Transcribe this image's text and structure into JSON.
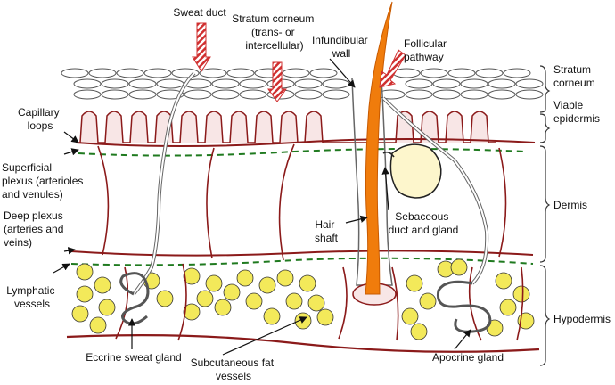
{
  "labels": {
    "sweat_duct": "Sweat duct",
    "stratum_corneum_path": [
      "Stratum corneum",
      "(trans- or",
      "intercellular)"
    ],
    "infundibular_wall": [
      "Infundibular",
      "wall"
    ],
    "follicular_pathway": [
      "Follicular",
      "pathway"
    ],
    "capillary_loops": [
      "Capillary",
      "loops"
    ],
    "superficial_plexus": [
      "Superficial",
      "plexus (arterioles",
      "and venules)"
    ],
    "deep_plexus": [
      "Deep plexus",
      "(arteries and",
      "veins)"
    ],
    "lymphatic_vessels": [
      "Lymphatic",
      "vessels"
    ],
    "hair_shaft": [
      "Hair",
      "shaft"
    ],
    "sebaceous": [
      "Sebaceous",
      "duct and gland"
    ],
    "eccrine_sweat_gland": "Eccrine sweat gland",
    "subcutaneous_fat_vessels": [
      "Subcutaneous fat",
      "vessels"
    ],
    "apocrine_gland": "Apocrine gland"
  },
  "layers": {
    "stratum_corneum": [
      "Stratum",
      "corneum"
    ],
    "viable_epidermis": [
      "Viable",
      "epidermis"
    ],
    "dermis": "Dermis",
    "hypodermis": "Hypodermis"
  },
  "colors": {
    "vessel": "#8b1a1a",
    "capillary_fill": "#f8e6e6",
    "plexus_dash": "#1f7a1f",
    "hair": "#f07c0c",
    "fat_fill": "#f3e95a",
    "sebaceous_fill": "#fdf6cc",
    "arrow_stripe": "#d03030"
  }
}
